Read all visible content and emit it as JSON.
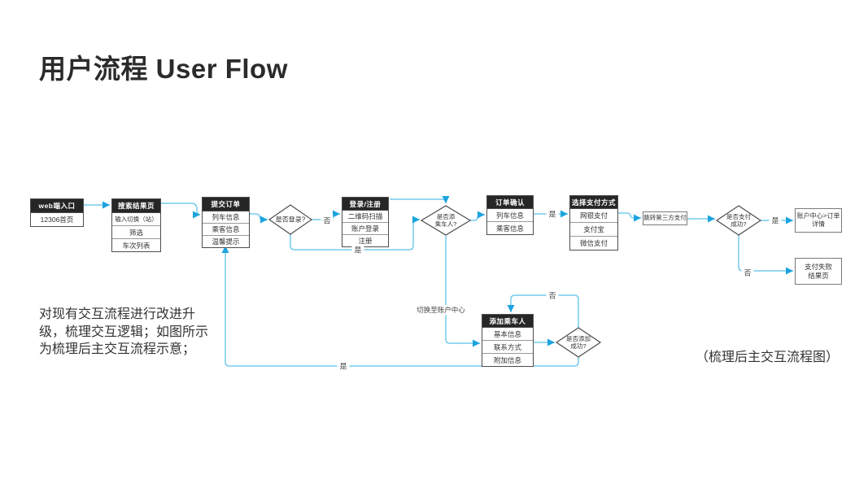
{
  "page": {
    "title": "用户流程 User Flow",
    "caption": "（梳理后主交互流程图）"
  },
  "note": {
    "lines": [
      "对现有交互流程进行改进升",
      "级，梳理交互逻辑；如图所示",
      "为梳理后主交互流程示意；"
    ]
  },
  "nodes": {
    "entry": {
      "title": "web端入口",
      "rows": [
        "12306首页"
      ]
    },
    "search": {
      "title": "搜索结果页",
      "rows": [
        "输入切换（站）",
        "筛选",
        "车次列表"
      ]
    },
    "submit": {
      "title": "提交订单",
      "rows": [
        "列车信息",
        "乘客信息",
        "温馨提示"
      ]
    },
    "login": {
      "title": "登录/注册",
      "rows": [
        "二维码扫描",
        "账户登录",
        "注册"
      ]
    },
    "confirm": {
      "title": "订单确认",
      "rows": [
        "列车信息",
        "乘客信息"
      ]
    },
    "payment": {
      "title": "选择支付方式",
      "rows": [
        "网银支付",
        "支付宝",
        "微信支付"
      ]
    },
    "third_party": {
      "label": "跳转第三方支付"
    },
    "order_detail": {
      "line1": "账户中心>订单",
      "line2": "详情"
    },
    "pay_fail": {
      "line1": "支付失败",
      "line2": "结果页"
    },
    "add_passenger": {
      "title": "添加乘车人",
      "rows": [
        "基本信息",
        "联系方式",
        "附加信息"
      ]
    }
  },
  "decisions": {
    "is_login": {
      "line1": "是否登录?"
    },
    "add_passenger_q": {
      "line1": "是否添",
      "line2": "乘车人?"
    },
    "pay_success_q": {
      "line1": "是否支付",
      "line2": "成功?"
    },
    "add_success_q": {
      "line1": "是否添加",
      "line2": "成功?"
    }
  },
  "edge_labels": {
    "login_no": "否",
    "login_yes": "是",
    "confirm_yes": "是",
    "pay_yes": "是",
    "pay_no": "否",
    "add_no": "否",
    "add_yes": "是",
    "switch_account": "切换至账户中心"
  },
  "colors": {
    "line": "#74cbed",
    "arrow": "#1ca4de",
    "header_bg": "#262626",
    "border": "#4d4d4d"
  }
}
